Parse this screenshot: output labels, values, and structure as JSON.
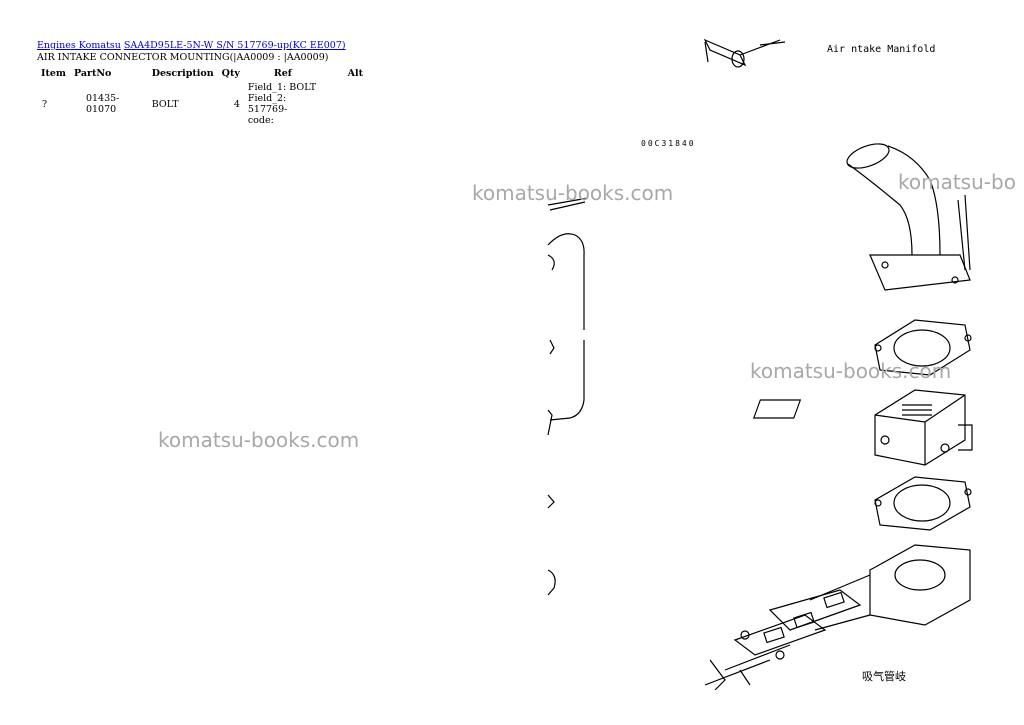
{
  "breadcrumb": {
    "link1": "Engines Komatsu",
    "link2": "SAA4D95LE-5N-W S/N 517769-up(KC EE007)"
  },
  "section_title": "AIR INTAKE CONNECTOR MOUNTING(|AA0009 : |AA0009)",
  "table": {
    "headers": [
      "Item",
      "PartNo",
      "Description",
      "Qty",
      "Ref",
      "Alt"
    ],
    "rows": [
      {
        "item": "?",
        "partno": "01435-01070",
        "description": "BOLT",
        "qty": "4",
        "ref_lines": [
          "Field_1: BOLT",
          "Field_2: 517769-",
          "code:"
        ],
        "alt": ""
      }
    ]
  },
  "watermarks": [
    "komatsu-books.com",
    "komatsu-bo",
    "komatsu-books.com",
    "komatsu-books.com"
  ],
  "diagram": {
    "title_label": "Air  ntake Manifold",
    "code_label": "00C31840",
    "jp_label": "吸气管岐"
  }
}
